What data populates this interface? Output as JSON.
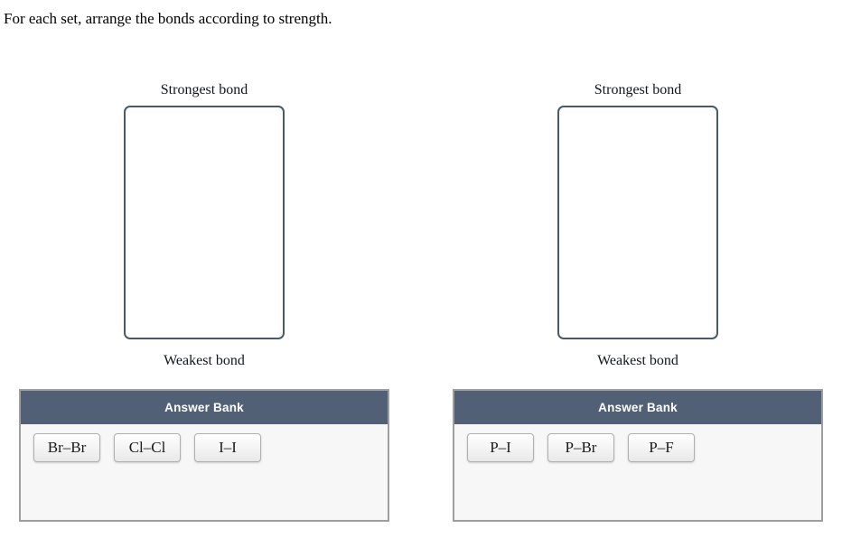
{
  "page": {
    "prompt": "For each set, arrange the bonds according to strength."
  },
  "colors": {
    "answer_bank_header_bg": "#526076",
    "answer_bank_header_text": "#ffffff",
    "answer_bank_body_bg": "#f7f7f7",
    "answer_bank_border": "#9e9e9e",
    "dropzone_border": "#4c596d",
    "chip_border": "#b0b0b0",
    "chip_bg_top": "#ffffff",
    "chip_bg_bottom": "#e9e9e9",
    "chip_text": "#1a1a1a",
    "label_text": "#10151f"
  },
  "sets": [
    {
      "top_label": "Strongest bond",
      "bottom_label": "Weakest bond",
      "answer_bank": {
        "title": "Answer Bank",
        "items": [
          "Br–Br",
          "Cl–Cl",
          "I–I"
        ]
      }
    },
    {
      "top_label": "Strongest bond",
      "bottom_label": "Weakest bond",
      "answer_bank": {
        "title": "Answer Bank",
        "items": [
          "P–I",
          "P–Br",
          "P–F"
        ]
      }
    }
  ]
}
